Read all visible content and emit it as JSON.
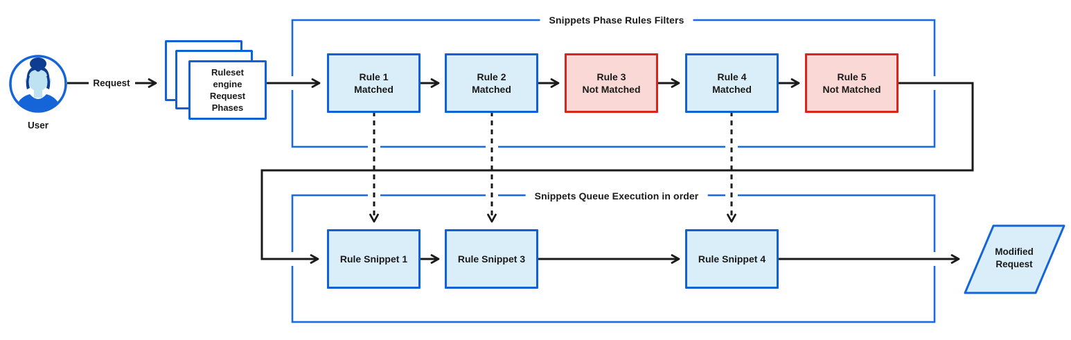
{
  "diagram": {
    "user": {
      "caption": "User"
    },
    "request_arrow_label": "Request",
    "ruleset_stack": {
      "lines": [
        "Ruleset",
        "engine",
        "Request",
        "Phases"
      ]
    },
    "phase_filters": {
      "title": "Snippets Phase Rules Filters",
      "rules": [
        {
          "name": "Rule 1",
          "status": "Matched"
        },
        {
          "name": "Rule 2",
          "status": "Matched"
        },
        {
          "name": "Rule 3",
          "status": "Not Matched"
        },
        {
          "name": "Rule 4",
          "status": "Matched"
        },
        {
          "name": "Rule 5",
          "status": "Not Matched"
        }
      ]
    },
    "queue_execution": {
      "title": "Snippets Queue Execution in order",
      "snippets": [
        {
          "label": "Rule Snippet 1"
        },
        {
          "label": "Rule Snippet 3"
        },
        {
          "label": "Rule Snippet 4"
        }
      ]
    },
    "output": {
      "lines": [
        "Modified",
        "Request"
      ]
    },
    "colors": {
      "box_blue_border": "#1161d6",
      "box_blue_fill": "#d9eef8",
      "box_red_border": "#d7251d",
      "box_red_fill": "#f9d8d5",
      "container_blue": "#1b6be0",
      "connector_black": "#1a1a1a",
      "avatar_hair": "#0d3d91",
      "avatar_skin": "#bfe2f2",
      "avatar_shirt": "#1565d8"
    }
  }
}
